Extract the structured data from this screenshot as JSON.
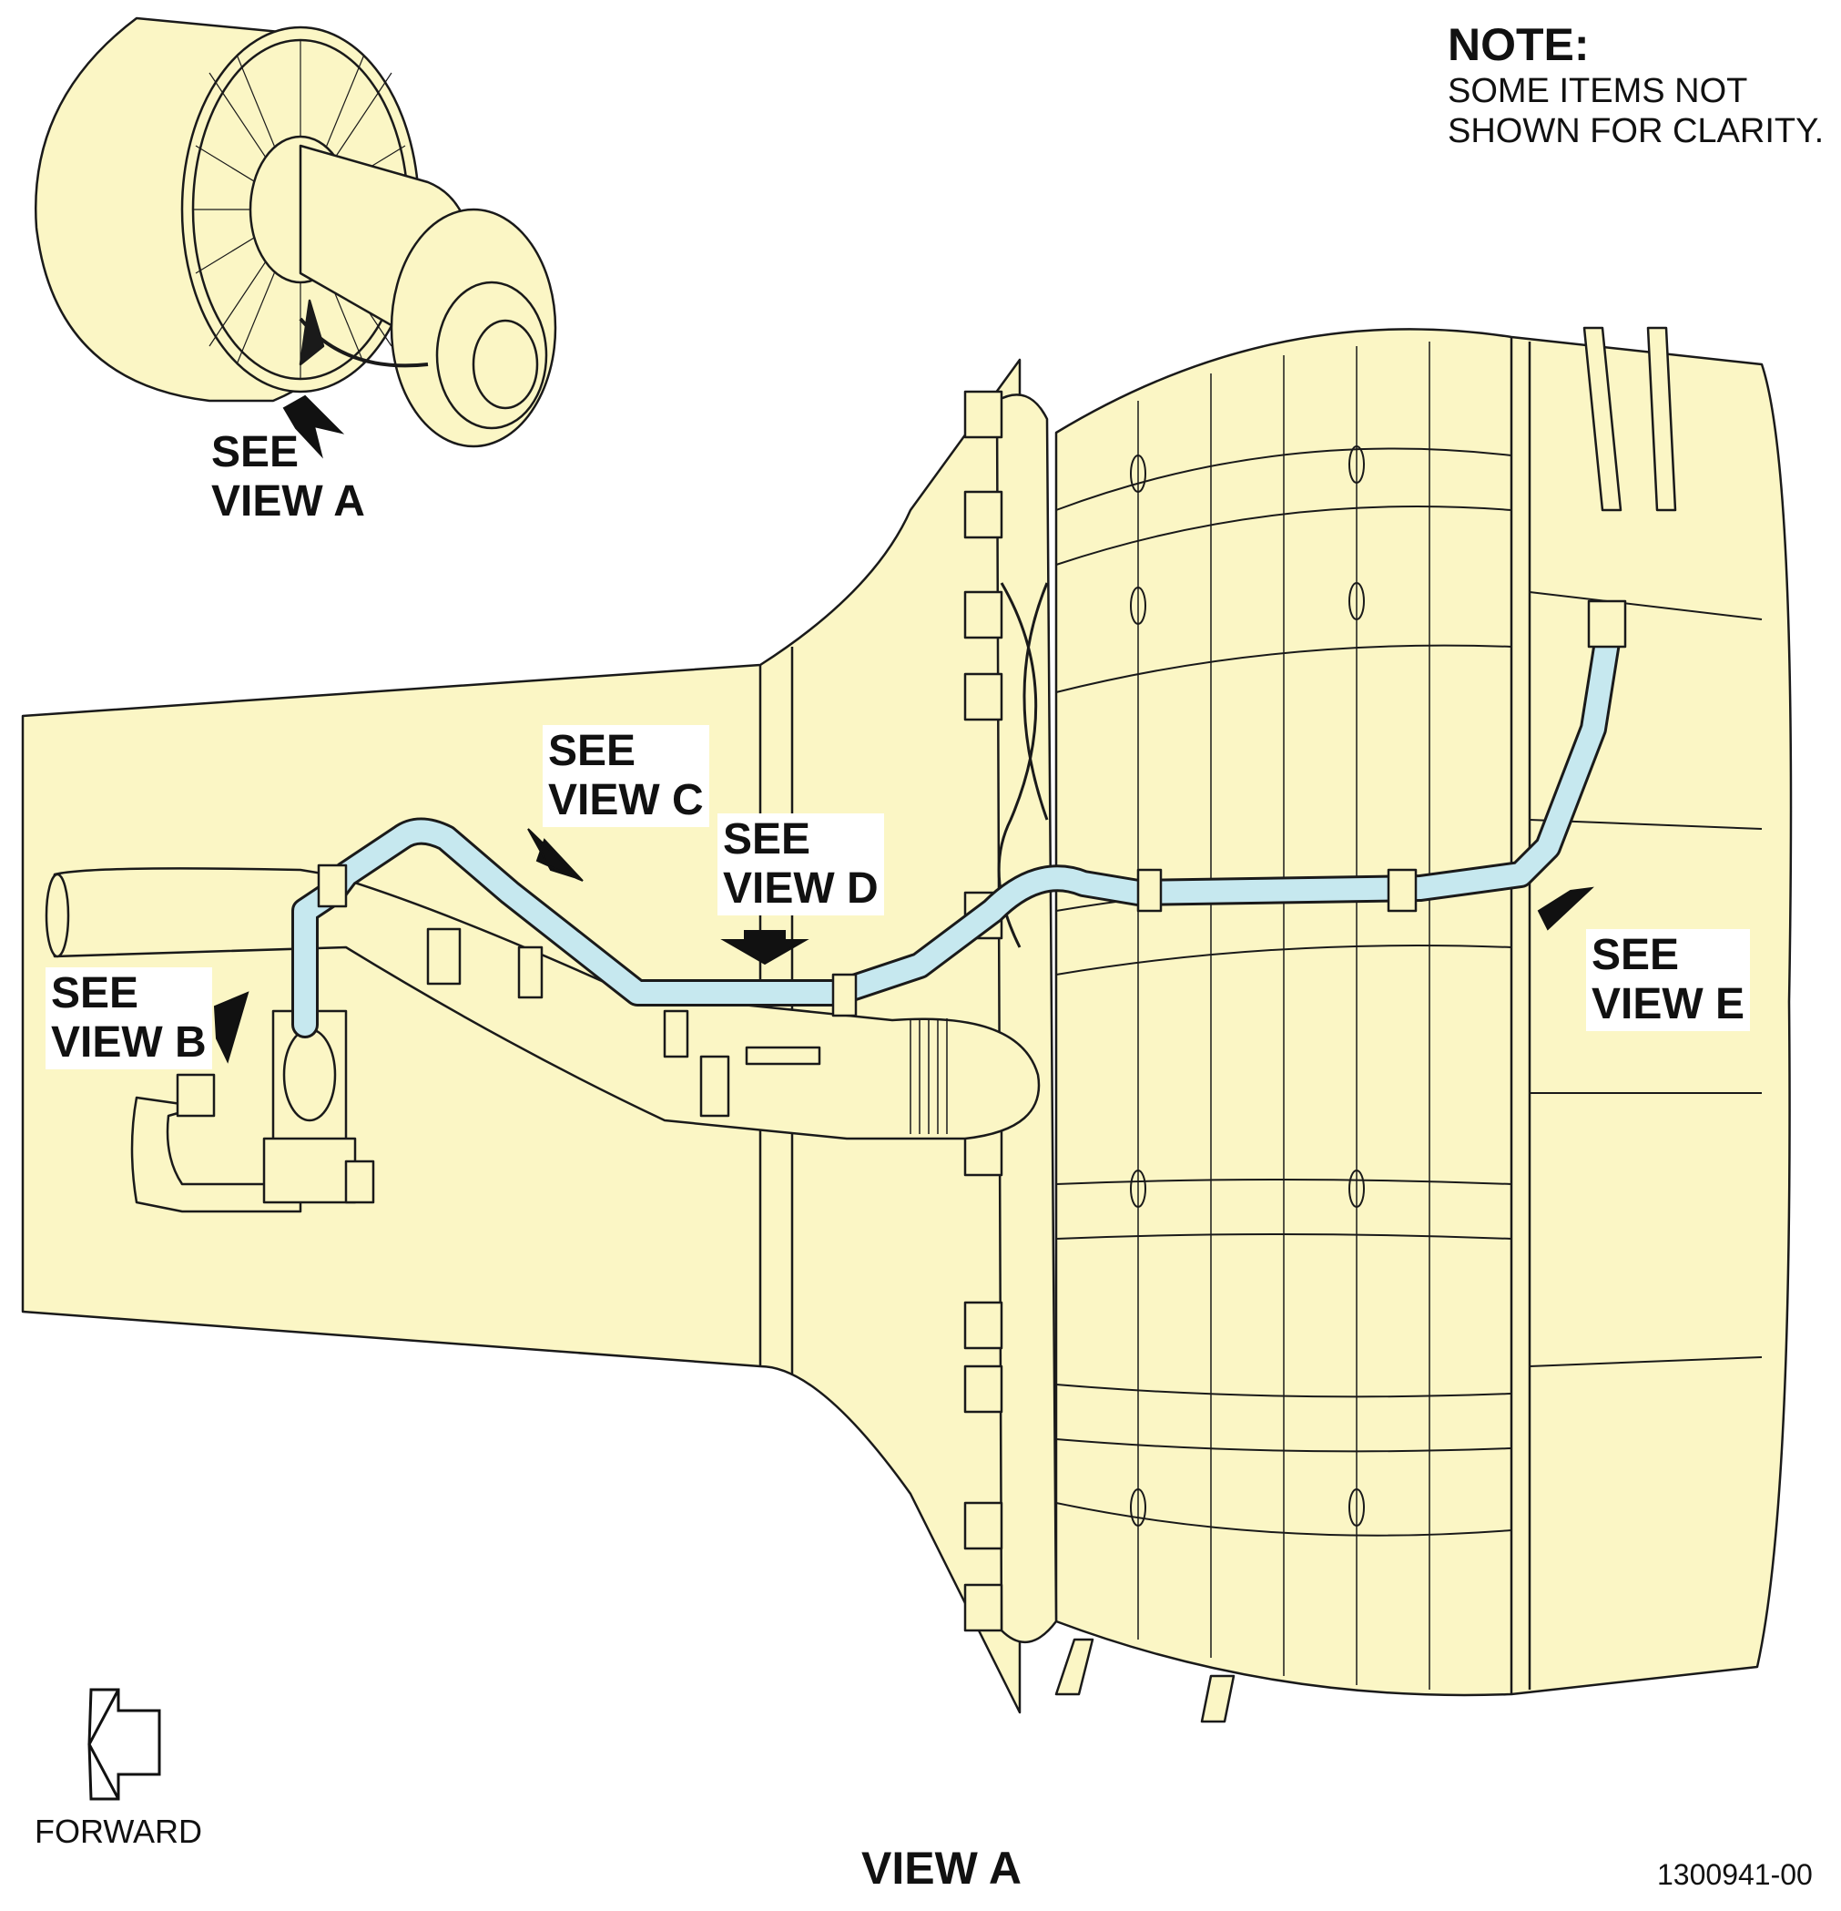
{
  "note": {
    "title": "NOTE:",
    "text": "SOME ITEMS NOT\nSHOWN FOR CLARITY."
  },
  "callouts": {
    "view_a_locator": "SEE\nVIEW A",
    "view_b": "SEE\nVIEW B",
    "view_c": "SEE\nVIEW C",
    "view_d": "SEE\nVIEW D",
    "view_e": "SEE\nVIEW E"
  },
  "forward_label": "FORWARD",
  "view_title": "VIEW A",
  "document_number": "1300941-00",
  "colors": {
    "engine_fill": "#fbf6c5",
    "tube_highlight": "#c6e8ef",
    "line": "#1a1a1a"
  }
}
